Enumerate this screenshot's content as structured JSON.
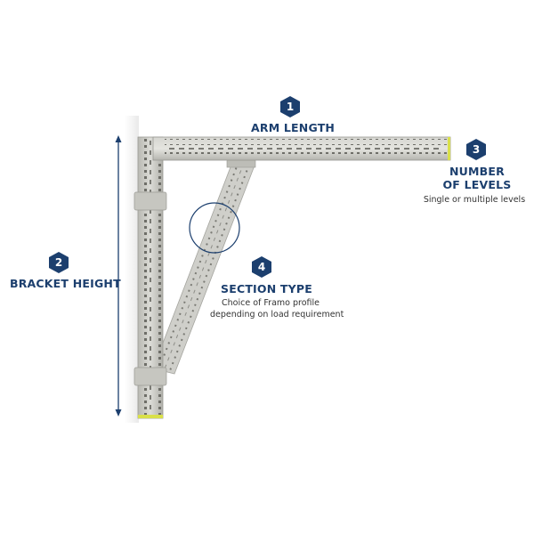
{
  "callouts": [
    {
      "number": "1",
      "title": "ARM LENGTH",
      "description": ""
    },
    {
      "number": "2",
      "title": "BRACKET HEIGHT",
      "description": ""
    },
    {
      "number": "3",
      "title_line1": "NUMBER",
      "title_line2": "OF LEVELS",
      "description": "Single or multiple levels"
    },
    {
      "number": "4",
      "title": "SECTION TYPE",
      "description_line1": "Choice of Framo profile",
      "description_line2": "depending on load requirement"
    }
  ],
  "colors": {
    "accent": "#1c3f6e",
    "steel": "#c9c9c4",
    "steel_dark": "#8e8e88",
    "end_cap": "#d9e04a"
  }
}
